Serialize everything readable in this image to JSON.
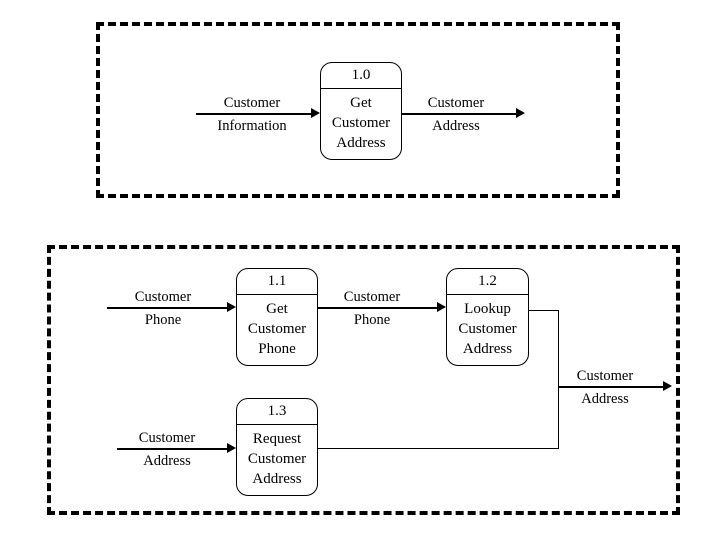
{
  "diagram": {
    "title": "Data Flow Diagram - Get Customer Address decomposition",
    "type": "data-flow-diagram",
    "stroke_color": "#000000",
    "background_color": "#ffffff"
  },
  "regions": [
    {
      "id": "context-level",
      "label": ""
    },
    {
      "id": "level-1",
      "label": ""
    }
  ],
  "processes": [
    {
      "id": "1.0",
      "name_lines": [
        "Get",
        "Customer",
        "Address"
      ],
      "line1": "Get",
      "line2": "Customer",
      "line3": "Address"
    },
    {
      "id": "1.1",
      "name_lines": [
        "Get",
        "Customer",
        "Phone"
      ],
      "line1": "Get",
      "line2": "Customer",
      "line3": "Phone"
    },
    {
      "id": "1.2",
      "name_lines": [
        "Lookup",
        "Customer",
        "Address"
      ],
      "line1": "Lookup",
      "line2": "Customer",
      "line3": "Address"
    },
    {
      "id": "1.3",
      "name_lines": [
        "Request",
        "Customer",
        "Address"
      ],
      "line1": "Request",
      "line2": "Customer",
      "line3": "Address"
    }
  ],
  "flows": [
    {
      "id": "flow-customer-information",
      "above": "Customer",
      "below": "Information"
    },
    {
      "id": "flow-customer-address-out",
      "above": "Customer",
      "below": "Address"
    },
    {
      "id": "flow-customer-phone-in",
      "above": "Customer",
      "below": "Phone"
    },
    {
      "id": "flow-customer-phone-mid",
      "above": "Customer",
      "below": "Phone"
    },
    {
      "id": "flow-customer-address-in",
      "above": "Customer",
      "below": "Address"
    },
    {
      "id": "flow-customer-address-result",
      "above": "Customer",
      "below": "Address"
    }
  ]
}
